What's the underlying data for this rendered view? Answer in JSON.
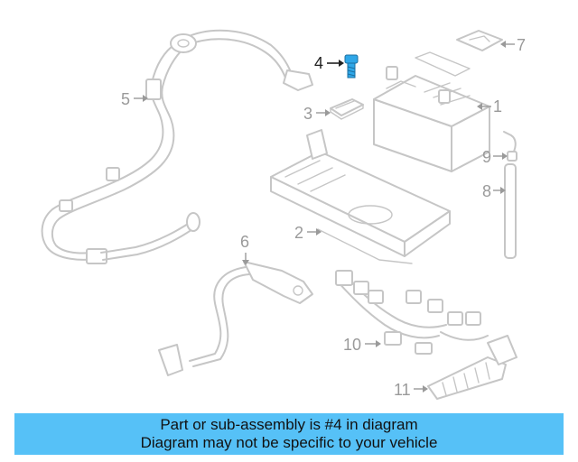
{
  "colors": {
    "banner_bg": "#56c1f7",
    "highlight_part": "#2fa7e8",
    "part_outline": "#c6c6c6",
    "callout_text": "#9a9a9a",
    "active_callout_text": "#222222"
  },
  "callouts": {
    "c1": "1",
    "c2": "2",
    "c3": "3",
    "c4": "4",
    "c5": "5",
    "c6": "6",
    "c7": "7",
    "c8": "8",
    "c9": "9",
    "c10": "10",
    "c11": "11"
  },
  "highlighted_part": "4",
  "banner": {
    "line1": "Part or sub-assembly is #4 in diagram",
    "line2": "Diagram may not be specific to your vehicle"
  }
}
